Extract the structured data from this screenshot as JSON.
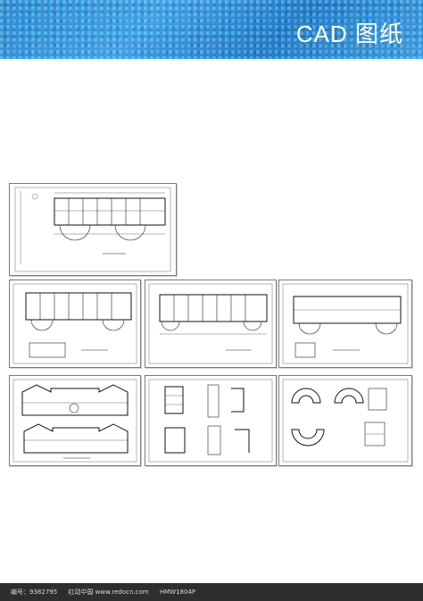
{
  "banner": {
    "title": "CAD 图纸"
  },
  "footer": {
    "id_label": "编号：9382795",
    "site_label": "红动中国 www.redocn.com",
    "code_label": "HMW1804P"
  }
}
